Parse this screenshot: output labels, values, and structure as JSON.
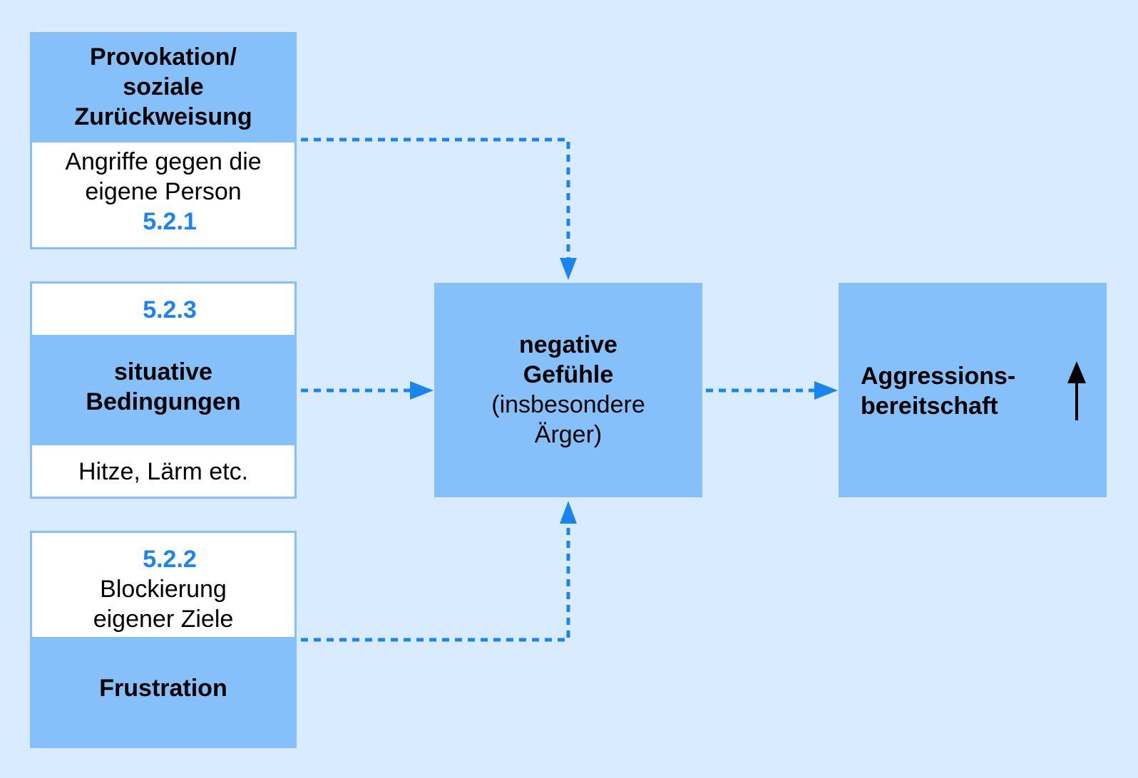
{
  "colors": {
    "background": "#d9ebff",
    "box_dark": "#85c0fb",
    "box_light": "#ffffff",
    "arrow": "#1a85f0",
    "reference": "#1a85f0"
  },
  "provocation": {
    "title_lines": [
      "Provokation/",
      "soziale",
      "Zurückweisung"
    ],
    "desc_lines": [
      "Angriffe gegen die",
      "eigene Person"
    ],
    "ref": "5.2.1"
  },
  "situative": {
    "ref": "5.2.3",
    "title_lines": [
      "situative",
      "Bedingungen"
    ],
    "desc": "Hitze, Lärm etc."
  },
  "frustration": {
    "ref": "5.2.2",
    "desc_lines": [
      "Blockierung",
      "eigener Ziele"
    ],
    "title": "Frustration"
  },
  "negative": {
    "title_lines": [
      "negative",
      "Gefühle"
    ],
    "desc_lines": [
      "(insbesondere",
      "Ärger)"
    ]
  },
  "aggression": {
    "title_lines": [
      "Aggressions-",
      "bereitschaft"
    ],
    "indicator_icon": "arrow-up-icon"
  }
}
